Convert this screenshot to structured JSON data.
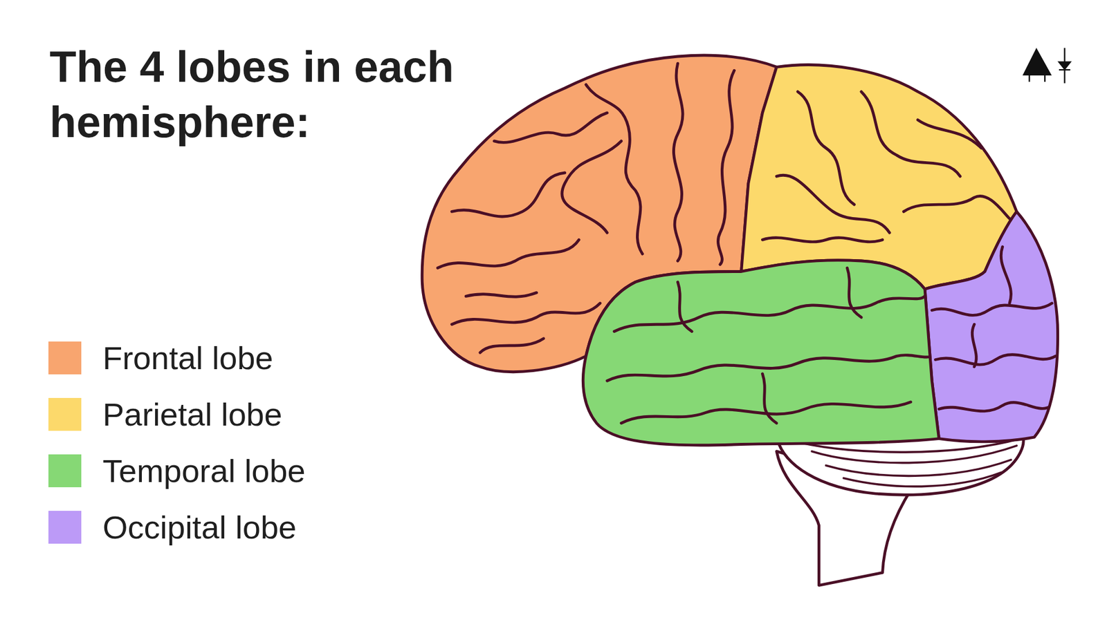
{
  "diagram": {
    "title": "The 4 lobes in each hemisphere:",
    "legend": [
      {
        "text": "Frontal lobe",
        "color": "#F8A56F"
      },
      {
        "text": "Parietal lobe",
        "color": "#FCD96B"
      },
      {
        "text": "Temporal lobe",
        "color": "#86D875"
      },
      {
        "text": "Occipital lobe",
        "color": "#BC9AF7"
      }
    ]
  }
}
